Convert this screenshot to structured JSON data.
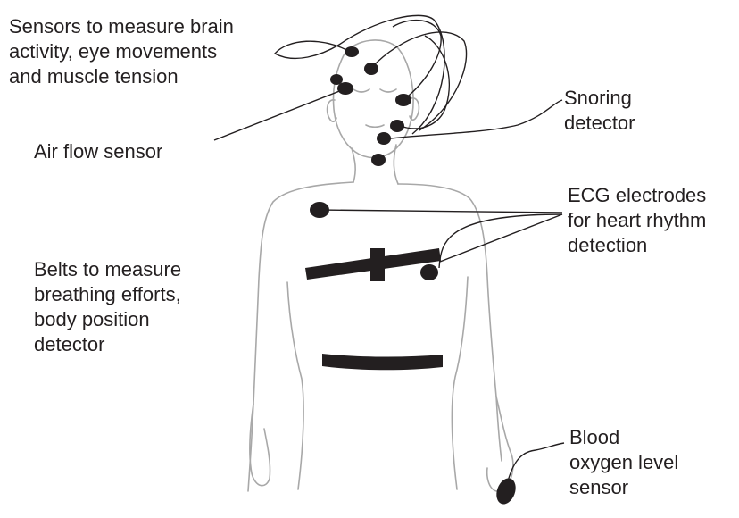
{
  "diagram": {
    "labels": {
      "brain_sensors": {
        "lines": [
          "Sensors to measure brain",
          "activity, eye movements",
          "and muscle tension"
        ]
      },
      "air_flow": {
        "lines": [
          "Air flow sensor"
        ]
      },
      "snoring": {
        "lines": [
          "Snoring",
          "detector"
        ]
      },
      "ecg": {
        "lines": [
          "ECG electrodes",
          "for heart rhythm",
          "detection"
        ]
      },
      "belts": {
        "lines": [
          "Belts to measure",
          "breathing efforts,",
          "body position",
          "detector"
        ]
      },
      "blood_oxygen": {
        "lines": [
          "Blood",
          "oxygen level",
          "sensor"
        ]
      }
    },
    "colors": {
      "outline": "#a8a8a8",
      "sensor": "#231f20",
      "leader_line": "#231f20",
      "text": "#231f20"
    }
  }
}
